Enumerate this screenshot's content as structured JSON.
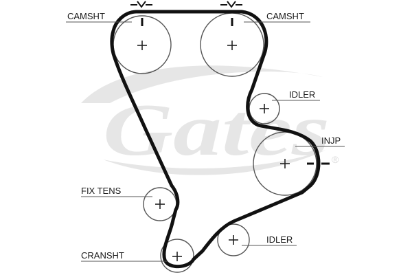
{
  "diagram": {
    "labels": {
      "camshaft_left": "CAMSHT",
      "camshaft_right": "CAMSHT",
      "idler_upper": "IDLER",
      "injection_pump": "INJP",
      "fixed_tensioner": "FIX TENS",
      "crankshaft": "CRANSHT",
      "idler_lower": "IDLER"
    },
    "watermark": {
      "brand": "Gates",
      "registered_mark": "®"
    },
    "colors": {
      "belt": "#111111",
      "pulley_outline": "#555555",
      "leader_line": "#555555",
      "text": "#1a1a1a",
      "watermark": "#e6e6e6"
    },
    "icons": {
      "center_mark": "plus-icon",
      "timing_mark": "timing-mark-icon"
    }
  }
}
